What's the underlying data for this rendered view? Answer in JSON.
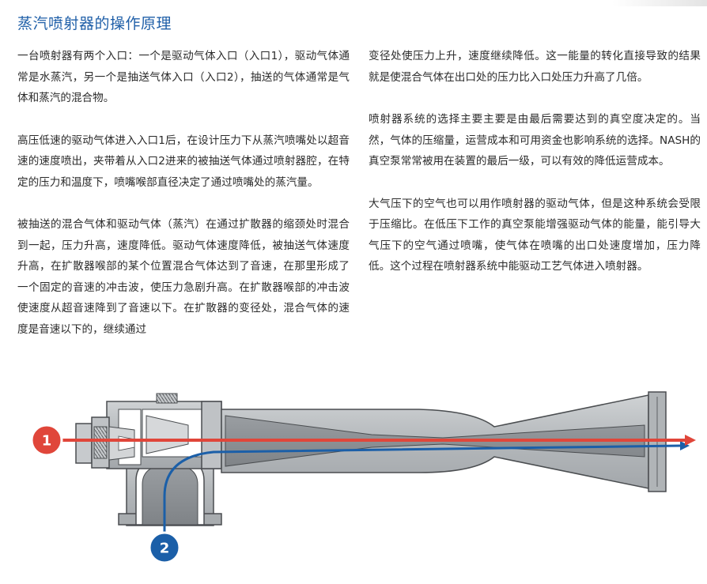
{
  "title": "蒸汽喷射器的操作原理",
  "paragraphs": {
    "left": [
      "一台喷射器有两个入口：一个是驱动气体入口（入口1），驱动气体通常是水蒸汽，另一个是抽送气体入口（入口2），抽送的气体通常是气体和蒸汽的混合物。",
      "高压低速的驱动气体进入入口1后，在设计压力下从蒸汽喷嘴处以超音速的速度喷出，夹带着从入口2进来的被抽送气体通过喷射器腔，在特定的压力和温度下，喷嘴喉部直径决定了通过喷嘴处的蒸汽量。",
      "被抽送的混合气体和驱动气体（蒸汽）在通过扩散器的缩颈处时混合到一起，压力升高，速度降低。驱动气体速度降低，被抽送气体速度升高，在扩散器喉部的某个位置混合气体达到了音速，在那里形成了一个固定的音速的冲击波，使压力急剧升高。在扩散器喉部的冲击波使速度从超音速降到了音速以下。在扩散器的变径处，混合气体的速度是音速以下的，继续通过"
    ],
    "right": [
      "变径处使压力上升，速度继续降低。这一能量的转化直接导致的结果就是使混合气体在出口处的压力比入口处压力升高了几倍。",
      "喷射器系统的选择主要主要是由最后需要达到的真空度决定的。当然，气体的压缩量，运营成本和可用资金也影响系统的选择。NASH的真空泵常常被用在装置的最后一级，可以有效的降低运营成本。",
      "大气压下的空气也可以用作喷射器的驱动气体，但是这种系统会受限于压缩比。在低压下工作的真空泵能增强驱动气体的能量，能引导大气压下的空气通过喷嘴，使气体在喷嘴的出口处速度增加，压力降低。这个过程在喷射器系统中能驱动工艺气体进入喷射器。"
    ]
  },
  "diagram": {
    "inlet1_label": "1",
    "inlet2_label": "2",
    "colors": {
      "inlet1": "#e0463a",
      "inlet2": "#1b5fa8",
      "body": "#b9bcbf",
      "body_dark": "#8e9296",
      "outline": "#4a4d50"
    }
  }
}
